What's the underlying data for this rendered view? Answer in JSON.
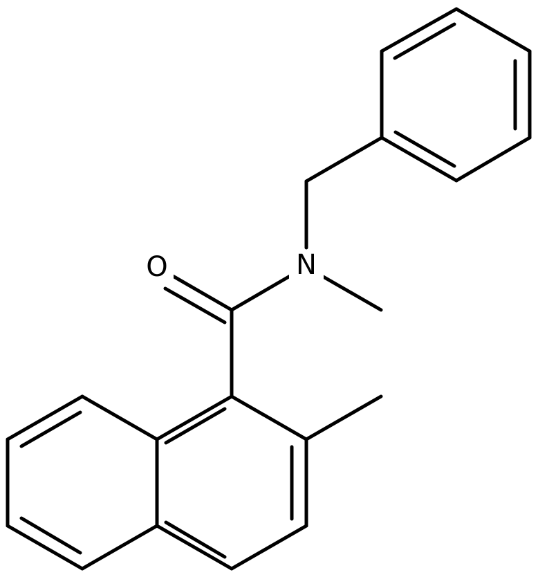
{
  "atoms": [
    {
      "id": "O",
      "text": "O"
    },
    {
      "id": "N",
      "text": "N"
    }
  ]
}
